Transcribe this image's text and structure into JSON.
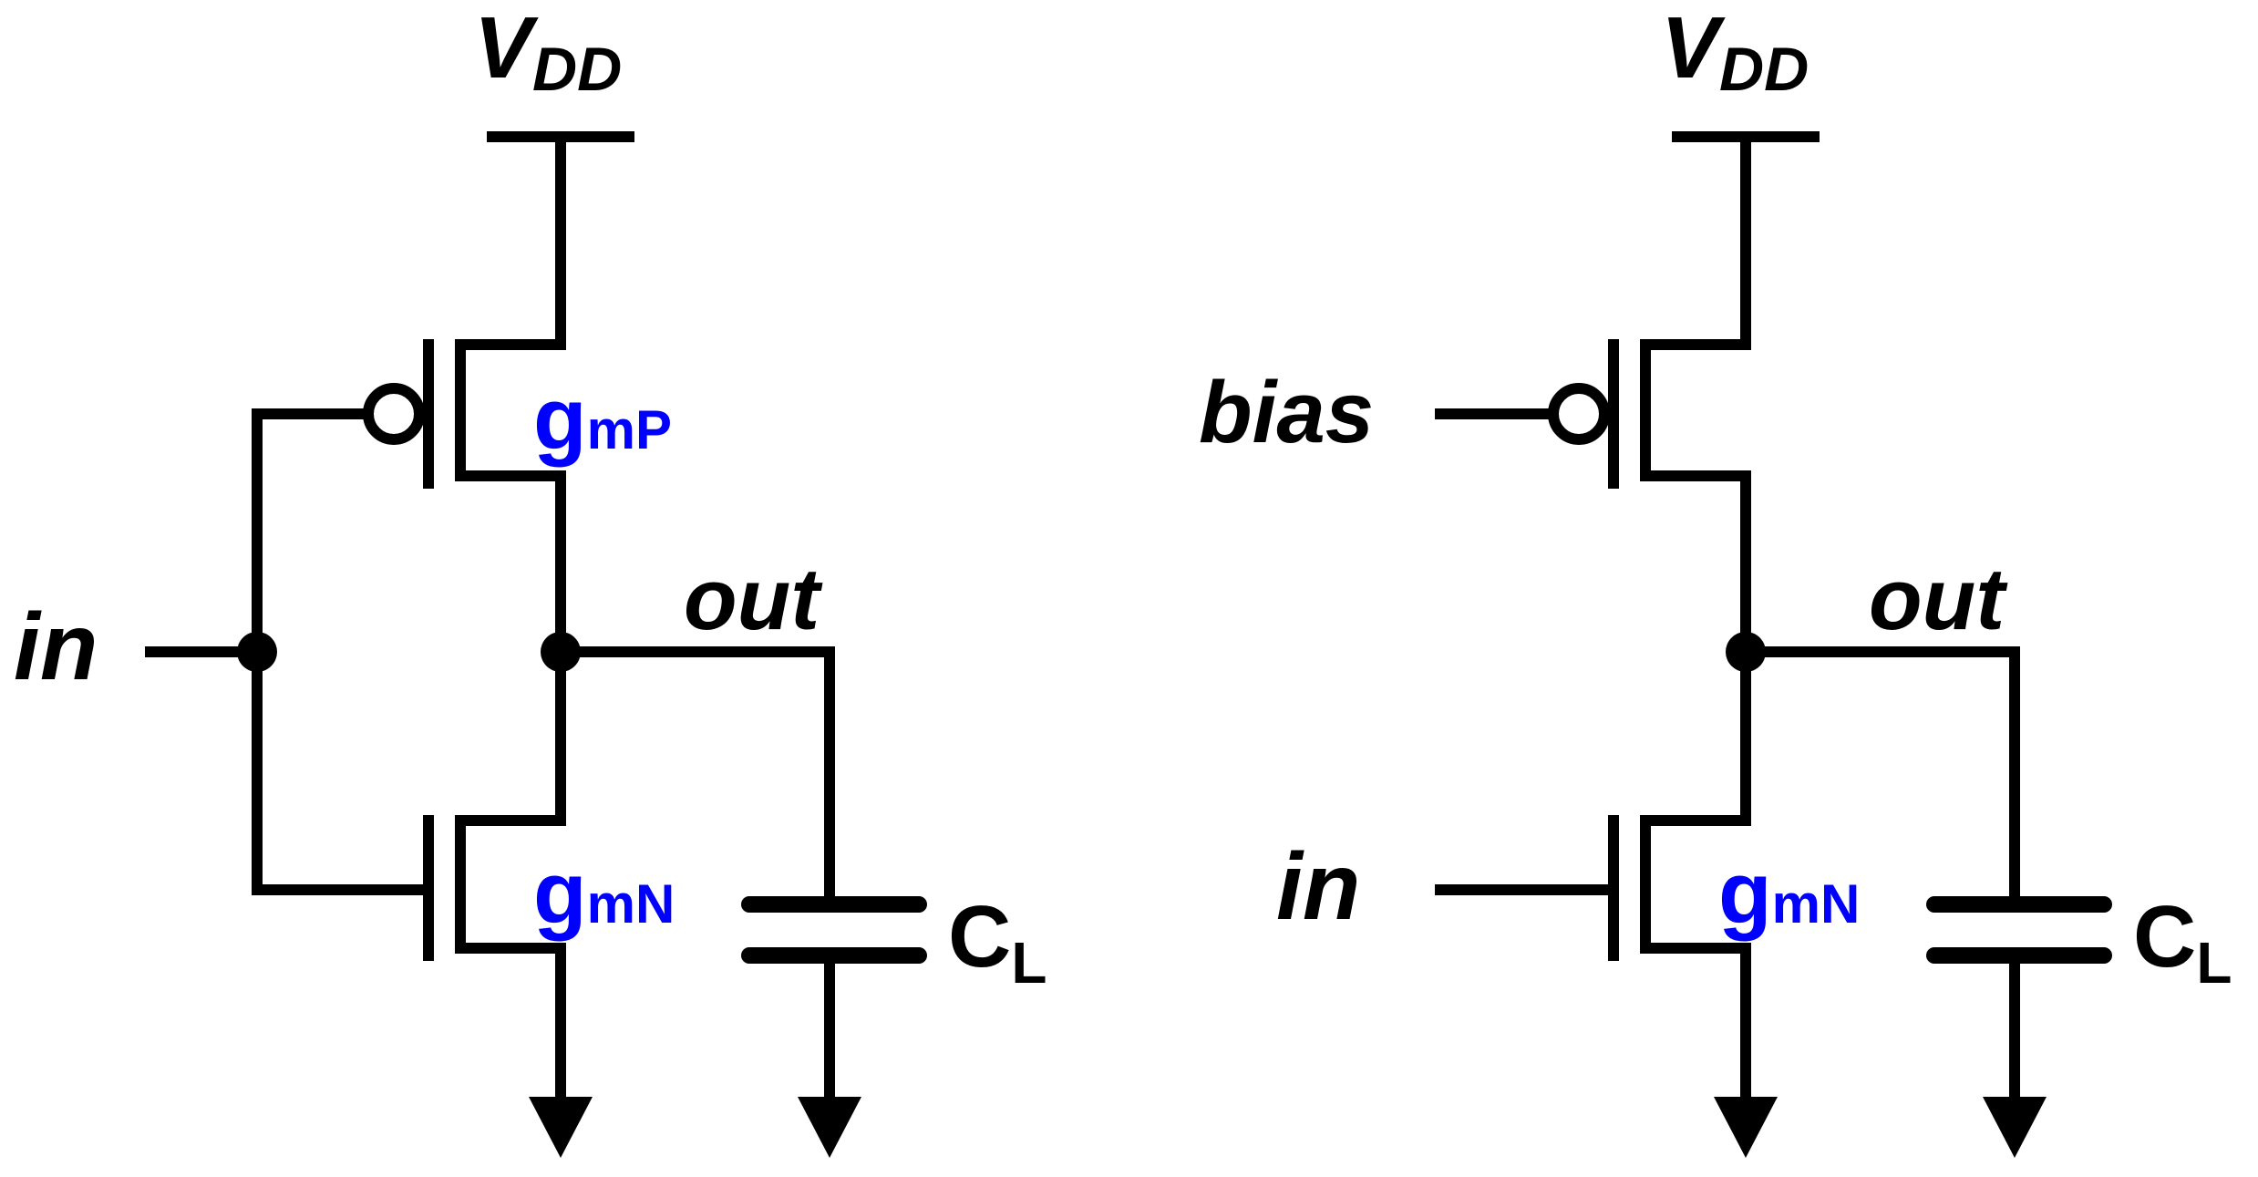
{
  "colors": {
    "wire": "#000000",
    "transconductance_label": "#0000ff",
    "background": "#ffffff"
  },
  "left_circuit": {
    "supply": {
      "main": "V",
      "sub": "DD"
    },
    "input_label": "in",
    "output_label": "out",
    "pmos_label": {
      "main": "g",
      "sub": "mP"
    },
    "nmos_label": {
      "main": "g",
      "sub": "mN"
    },
    "load_cap": {
      "main": "C",
      "sub": "L"
    }
  },
  "right_circuit": {
    "supply": {
      "main": "V",
      "sub": "DD"
    },
    "bias_label": "bias",
    "input_label": "in",
    "output_label": "out",
    "nmos_label": {
      "main": "g",
      "sub": "mN"
    },
    "load_cap": {
      "main": "C",
      "sub": "L"
    }
  }
}
